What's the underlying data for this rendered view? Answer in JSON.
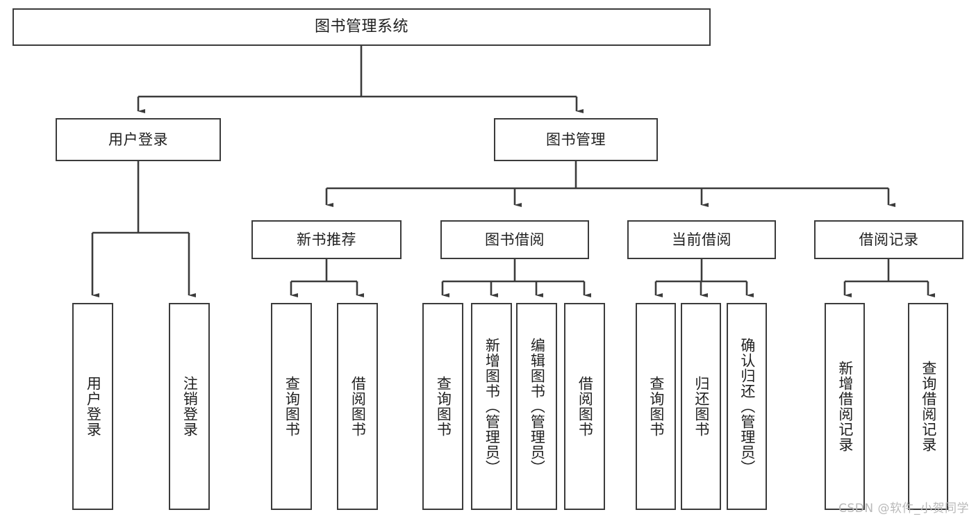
{
  "diagram": {
    "title": "图书管理系统",
    "type": "tree",
    "watermark": "CSDN @软件_小贺同学",
    "colors": {
      "stroke": "#3b3b3b",
      "fill": "#ffffff",
      "text": "#1f1f1f",
      "watermark": "#b9b9b9"
    },
    "nodes": {
      "root": {
        "label": "图书管理系统"
      },
      "level2": [
        {
          "label": "用户登录"
        },
        {
          "label": "图书管理"
        }
      ],
      "level3": [
        {
          "label": "新书推荐"
        },
        {
          "label": "图书借阅"
        },
        {
          "label": "当前借阅"
        },
        {
          "label": "借阅记录"
        }
      ],
      "login_leaves": [
        {
          "label": "用户登录"
        },
        {
          "label": "注销登录"
        }
      ],
      "recommend_leaves": [
        {
          "label": "查询图书"
        },
        {
          "label": "借阅图书"
        }
      ],
      "borrow_leaves": [
        {
          "label": "查询图书"
        },
        {
          "label": "新增图书（管理员）"
        },
        {
          "label": "编辑图书（管理员）"
        },
        {
          "label": "借阅图书"
        }
      ],
      "current_leaves": [
        {
          "label": "查询图书"
        },
        {
          "label": "归还图书"
        },
        {
          "label": "确认归还（管理员）"
        }
      ],
      "record_leaves": [
        {
          "label": "新增借阅记录"
        },
        {
          "label": "查询借阅记录"
        }
      ]
    }
  }
}
